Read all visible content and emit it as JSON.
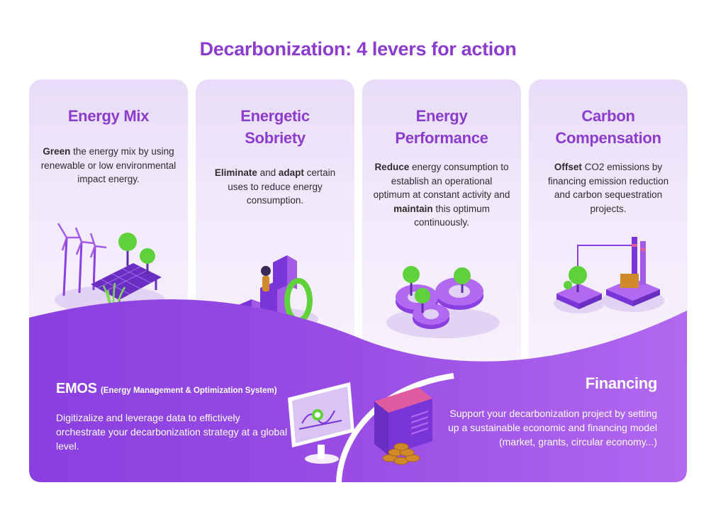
{
  "title": "Decarbonization: 4 levers for action",
  "levers": [
    {
      "title_lines": [
        "Energy Mix"
      ],
      "desc": [
        {
          "bold": "Green",
          "text": " the energy mix by using renewable or low environmental impact energy."
        }
      ],
      "icon": "wind-solar-icon"
    },
    {
      "title_lines": [
        "Energetic",
        "Sobriety"
      ],
      "desc": [
        {
          "bold": "Eliminate",
          "text": " and "
        },
        {
          "bold": "adapt",
          "text": " certain uses to reduce energy consumption."
        }
      ],
      "icon": "person-cycle-icon"
    },
    {
      "title_lines": [
        "Energy",
        "Performance"
      ],
      "desc": [
        {
          "bold": "Reduce",
          "text": " energy consumption to establish an operational optimum at constant activity and "
        },
        {
          "bold": "maintain",
          "text": " this optimum continuously."
        }
      ],
      "icon": "gears-trees-icon"
    },
    {
      "title_lines": [
        "Carbon",
        "Compensation"
      ],
      "desc": [
        {
          "bold": "Offset",
          "text": " CO2 emissions by financing emission reduction and carbon sequestration projects."
        }
      ],
      "icon": "factory-tree-icon"
    }
  ],
  "emos": {
    "title": "EMOS",
    "subtitle": "(Energy Management & Optimization System)",
    "desc": "Digitizalize and leverage data to effictively orchestrate your decarbonization strategy at a global level.",
    "icon": "monitor-dashboard-icon"
  },
  "financing": {
    "title": "Financing",
    "desc": "Support your decarbonization project by setting up a sustainable economic and financing model (market, grants, circular economy...)",
    "icon": "wallet-coins-icon"
  },
  "colors": {
    "accent": "#8b3ccc",
    "band_dark": "#8a3fe0",
    "band_light": "#b268f0",
    "card_bg": "#efe6fa",
    "tree_green": "#5fd13a"
  }
}
